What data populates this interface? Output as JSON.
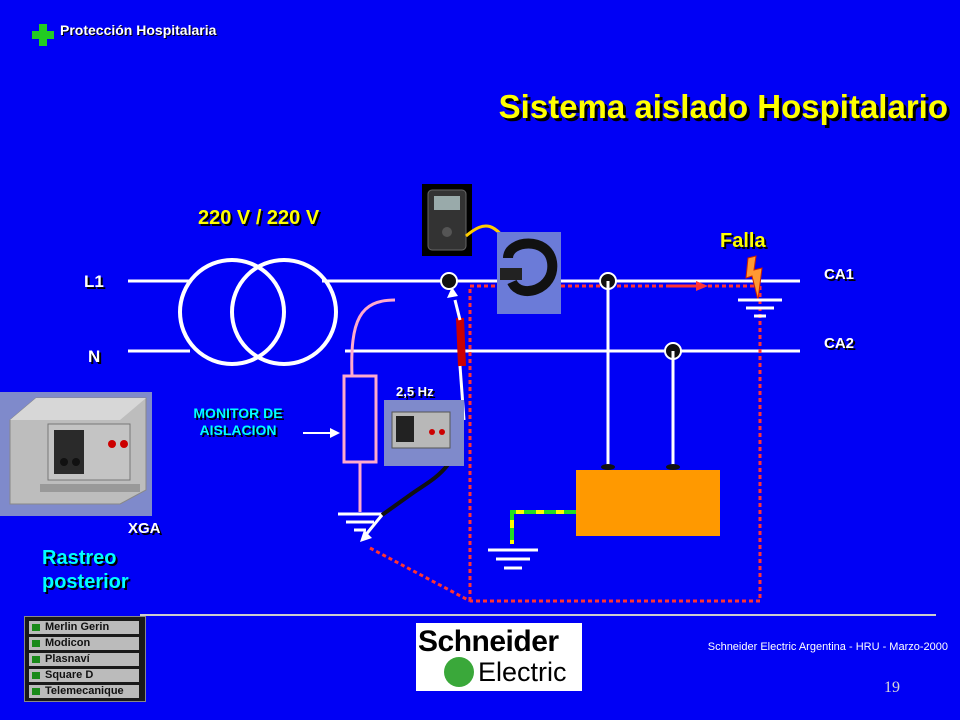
{
  "header": {
    "brand": "Protección Hospitalaria"
  },
  "title": "Sistema aislado Hospitalario",
  "diagram": {
    "voltage": "220 V / 220 V",
    "line1": "L1",
    "neutral": "N",
    "fault": "Falla",
    "circuit1": "CA1",
    "circuit2": "CA2",
    "frequency": "2,5 Hz",
    "monitor_line1": "MONITOR DE",
    "monitor_line2": "AISLACION",
    "device": "XGA",
    "tracking_line1": "Rastreo",
    "tracking_line2": "posterior"
  },
  "footer": {
    "brands": [
      "Merlin Gerin",
      "Modicon",
      "Plasnaví",
      "Square D",
      "Telemecanique"
    ],
    "logo_line1": "Schneider",
    "logo_line2": "Electric",
    "credit": "Schneider Electric Argentina - HRU - Marzo-2000",
    "page": "19"
  },
  "colors": {
    "background": "#0000f5",
    "title": "#ffff00",
    "accent": "#ff9900",
    "fault_path": "#ff3333"
  }
}
